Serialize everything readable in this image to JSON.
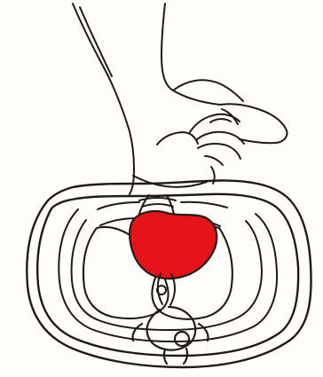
{
  "illustration": {
    "colors": {
      "background": "#fffefb",
      "ink": "#1f1a14",
      "heart": "#e5141b"
    },
    "parts": [
      "arm",
      "hand",
      "chest-cross-section",
      "ribcage",
      "heart",
      "lungs",
      "sternum",
      "spine"
    ]
  }
}
